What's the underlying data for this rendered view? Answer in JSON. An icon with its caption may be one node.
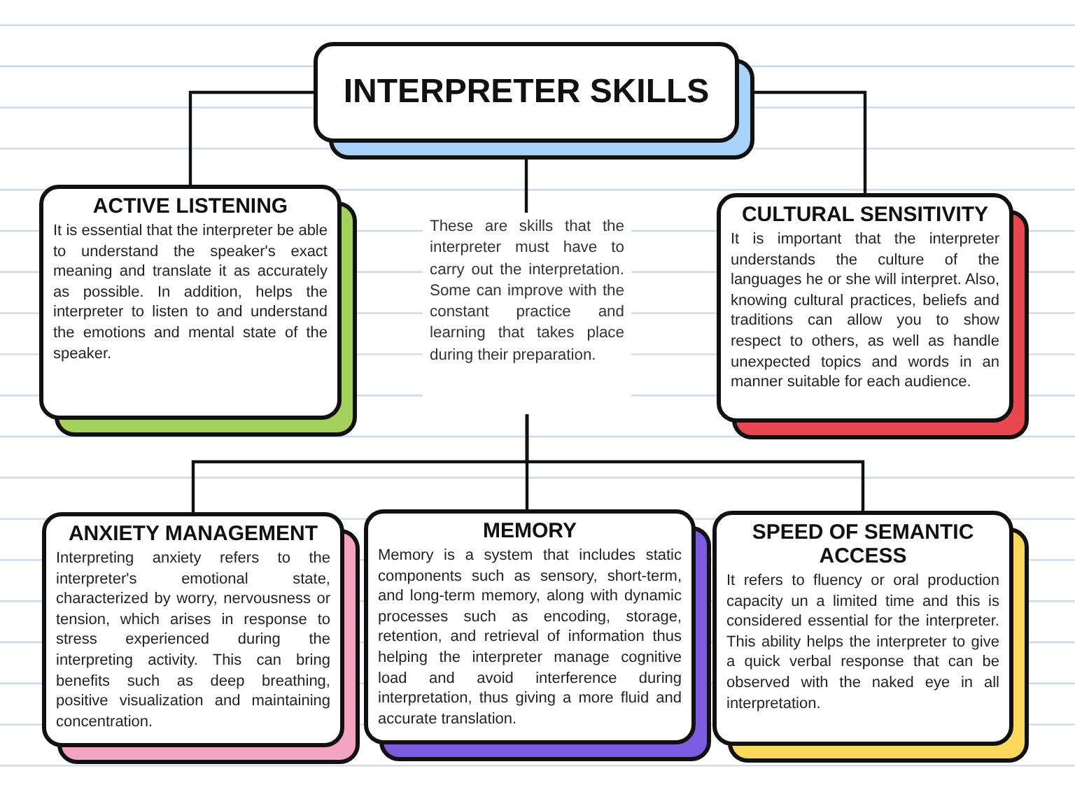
{
  "diagram": {
    "nodes": [
      {
        "text": [
          "INTERPRETER SKILLS"
        ]
      },
      {
        "text": [
          "ACTIVE LISTENING",
          "It is essential that the interpreter be able to understand the speaker's exact meaning and translate it as accurately as possible. In addition, helps the interpreter to listen to and understand the emotions and mental state of the speaker."
        ]
      },
      {
        "text": [
          "These are skills that the interpreter must have to carry out the interpretation.  Some can improve with the constant practice and learning that takes place during their preparation."
        ]
      },
      {
        "text": [
          "CULTURAL SENSITIVITY",
          "It is important that the interpreter understands the culture of the languages he or she will interpret. Also, knowing cultural practices, beliefs and traditions can allow you to show respect to others, as well as handle unexpected topics and words in an manner suitable for each audience."
        ]
      },
      {
        "text": [
          "ANXIETY MANAGEMENT",
          "Interpreting anxiety refers to the interpreter's emotional state, characterized by worry, nervousness or tension, which arises in response to stress experienced during the interpreting activity. This can bring benefits such as deep breathing, positive visualization and maintaining concentration."
        ]
      },
      {
        "text": [
          "MEMORY",
          "Memory is a system that includes static components such as sensory, short-term, and long-term memory, along with dynamic processes such as encoding, storage, retention, and retrieval of information thus helping the interpreter  manage cognitive load and avoid interference during interpretation, thus giving a more fluid and accurate translation."
        ]
      },
      {
        "text": [
          "SPEED OF SEMANTIC ACCESS",
          "It refers to fluency or oral production capacity un a limited time and this is considered essential for the interpreter. This ability helps the interpreter to give a quick verbal response that can be observed with the naked eye in all interpretation."
        ]
      }
    ],
    "edges": [
      {
        "from": 0,
        "to": 1,
        "arrow": "none"
      },
      {
        "from": 0,
        "to": 3,
        "arrow": "none"
      },
      {
        "from": 0,
        "to": 2,
        "arrow": "none"
      },
      {
        "from": 2,
        "to": 4,
        "arrow": "none"
      },
      {
        "from": 2,
        "to": 5,
        "arrow": "none"
      },
      {
        "from": 2,
        "to": 6,
        "arrow": "none"
      }
    ]
  }
}
